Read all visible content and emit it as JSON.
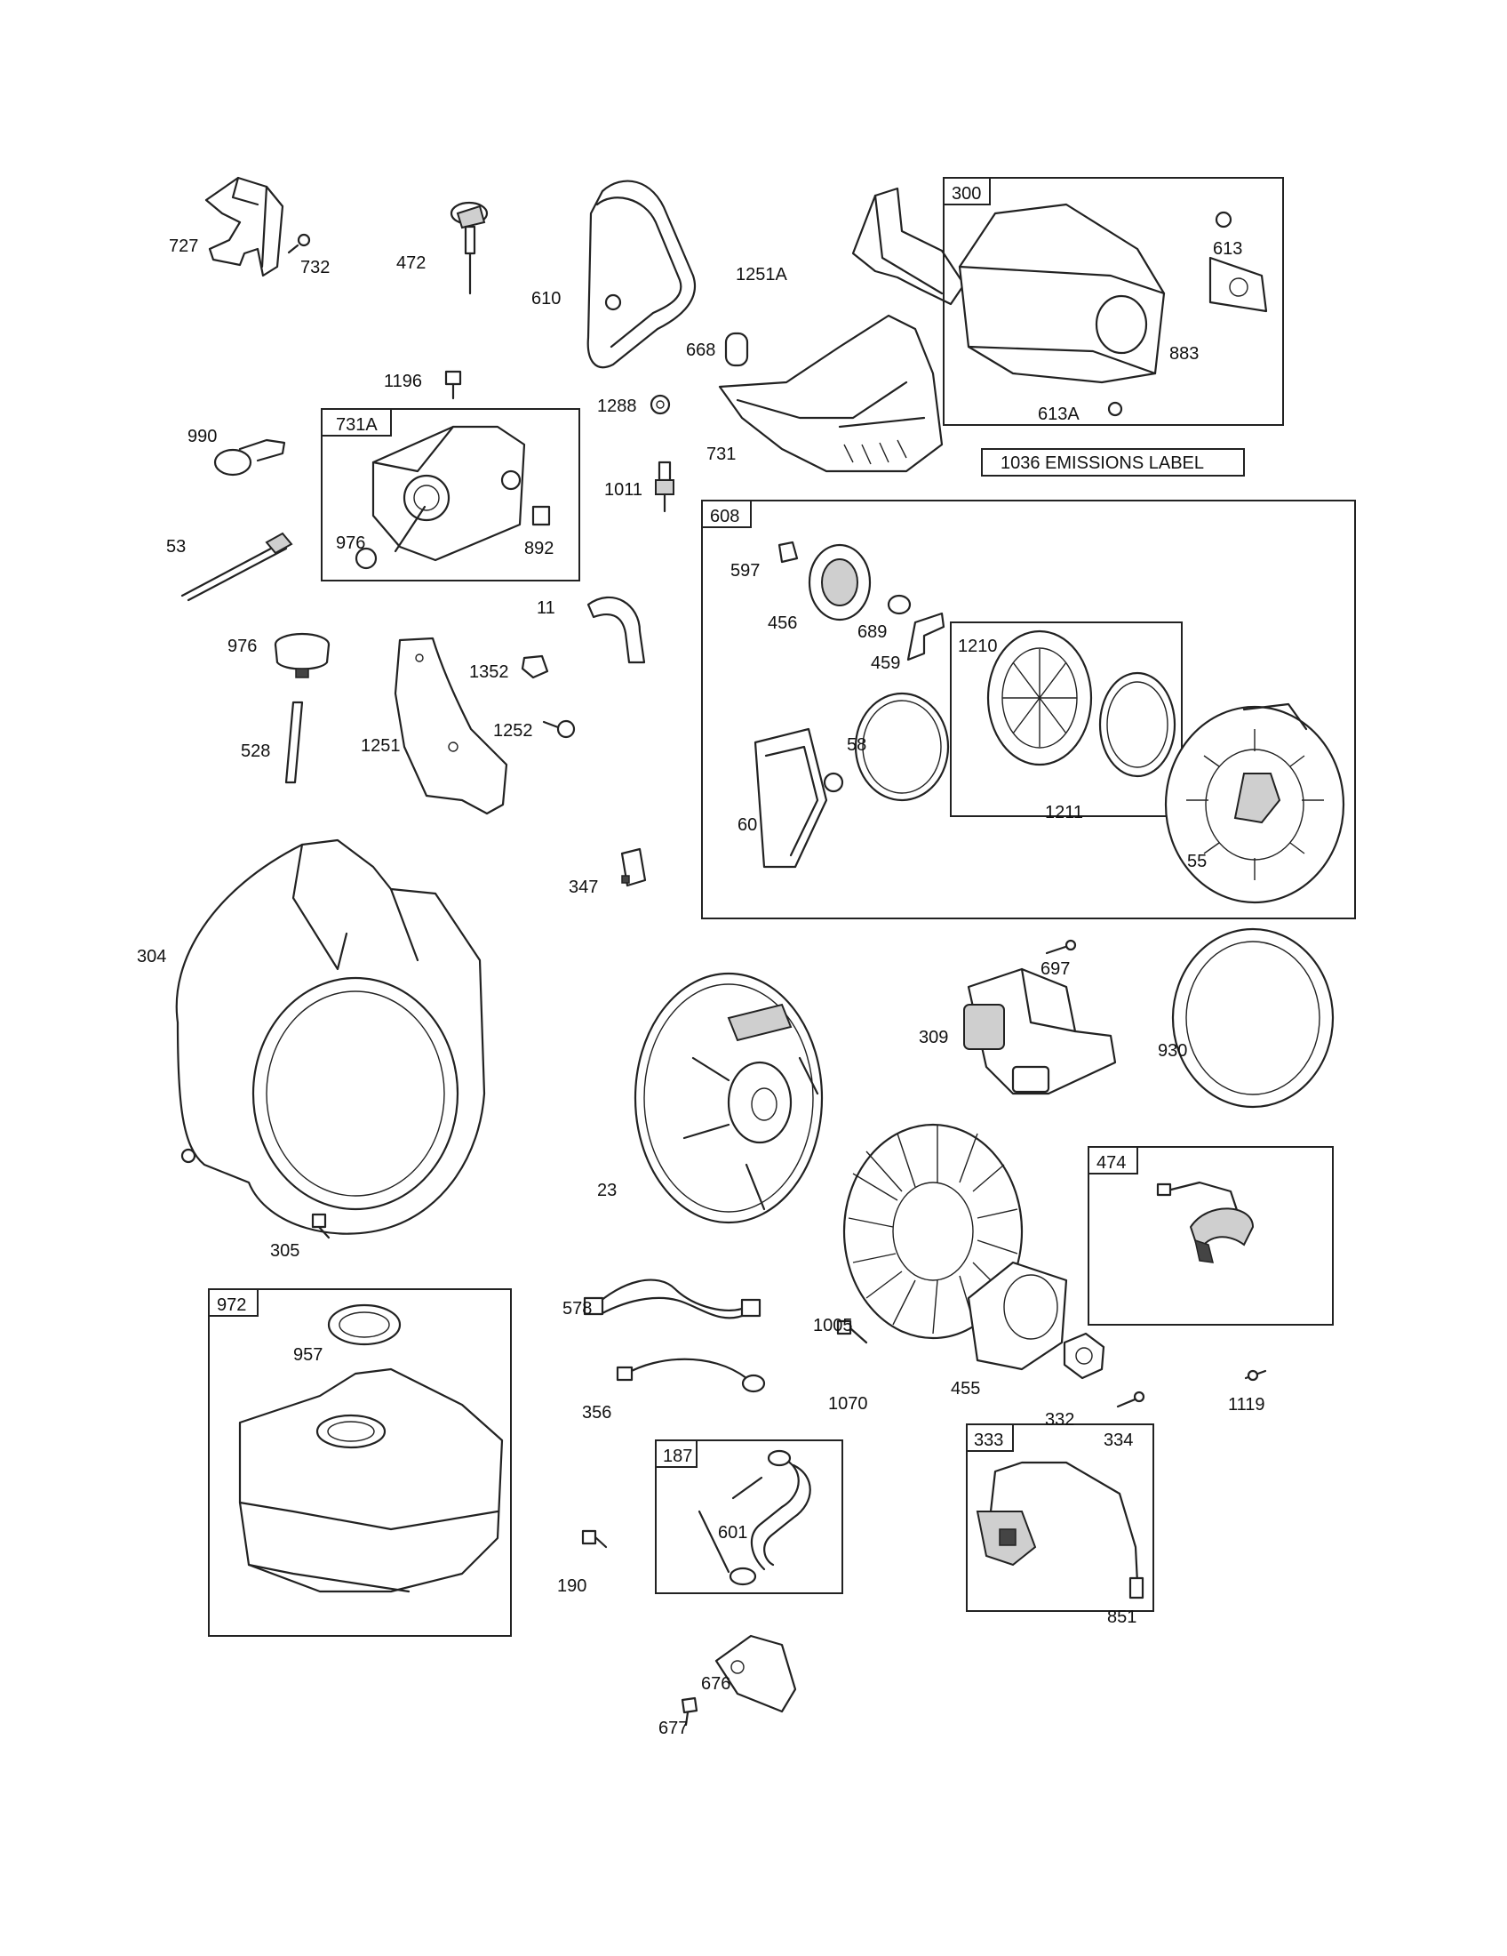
{
  "labels": {
    "l727": "727",
    "l732": "732",
    "l472": "472",
    "l610": "610",
    "l1251A": "1251A",
    "l668": "668",
    "l1196": "1196",
    "l1288": "1288",
    "l731": "731",
    "l990": "990",
    "l976a": "976",
    "l892": "892",
    "l53": "53",
    "l1011": "1011",
    "l11": "11",
    "l976b": "976",
    "l1352": "1352",
    "l528": "528",
    "l1251": "1251",
    "l1252": "1252",
    "l347": "347",
    "l304": "304",
    "l305": "305",
    "l613": "613",
    "l883": "883",
    "l613A": "613A",
    "l597": "597",
    "l456": "456",
    "l689": "689",
    "l459": "459",
    "l58": "58",
    "l60": "60",
    "l1211": "1211",
    "l55": "55",
    "l697": "697",
    "l309": "309",
    "l930": "930",
    "l23": "23",
    "l578": "578",
    "l1005": "1005",
    "l356": "356",
    "l1070": "1070",
    "l455": "455",
    "l332": "332",
    "l334": "334",
    "l1119": "1119",
    "l957": "957",
    "l190": "190",
    "l601": "601",
    "l851": "851",
    "l676": "676",
    "l677": "677"
  },
  "boxes": {
    "b731A": "731A",
    "b300": "300",
    "b608": "608",
    "b1210": "1210",
    "b474": "474",
    "b972": "972",
    "b187": "187",
    "b333": "333"
  },
  "emissions_label": "1036 EMISSIONS LABEL",
  "colors": {
    "ink": "#222222",
    "paper": "#ffffff",
    "shade": "#cfcfcf"
  }
}
